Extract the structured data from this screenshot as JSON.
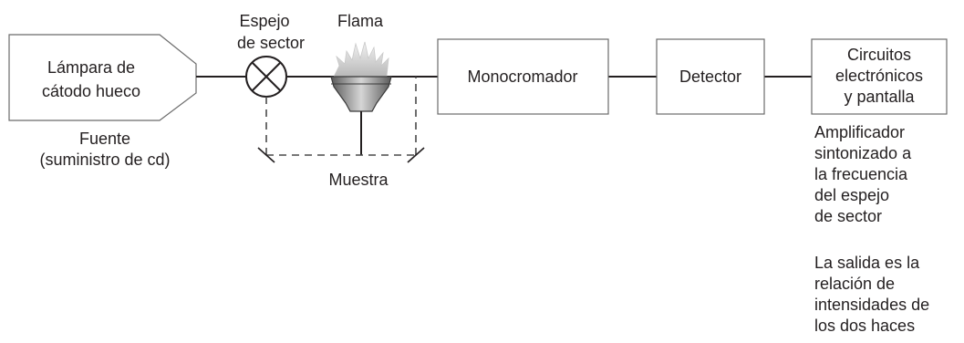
{
  "lamp": {
    "line1": "Lámpara de",
    "line2": "cátodo hueco"
  },
  "source": {
    "line1": "Fuente",
    "line2": "(suministro de cd)"
  },
  "chopper": {
    "line1": "Espejo",
    "line2": "de sector"
  },
  "flame": {
    "label": "Flama"
  },
  "sample": {
    "label": "Muestra"
  },
  "monochromator": {
    "label": "Monocromador"
  },
  "detector": {
    "label": "Detector"
  },
  "electronics": {
    "line1": "Circuitos",
    "line2": "electrónicos",
    "line3": "y pantalla"
  },
  "amplifier_note": [
    "Amplificador",
    "sintonizado a",
    "la frecuencia",
    "del espejo",
    "de sector"
  ],
  "output_note": [
    "La salida es la",
    "relación de",
    "intensidades de",
    "los dos haces"
  ]
}
